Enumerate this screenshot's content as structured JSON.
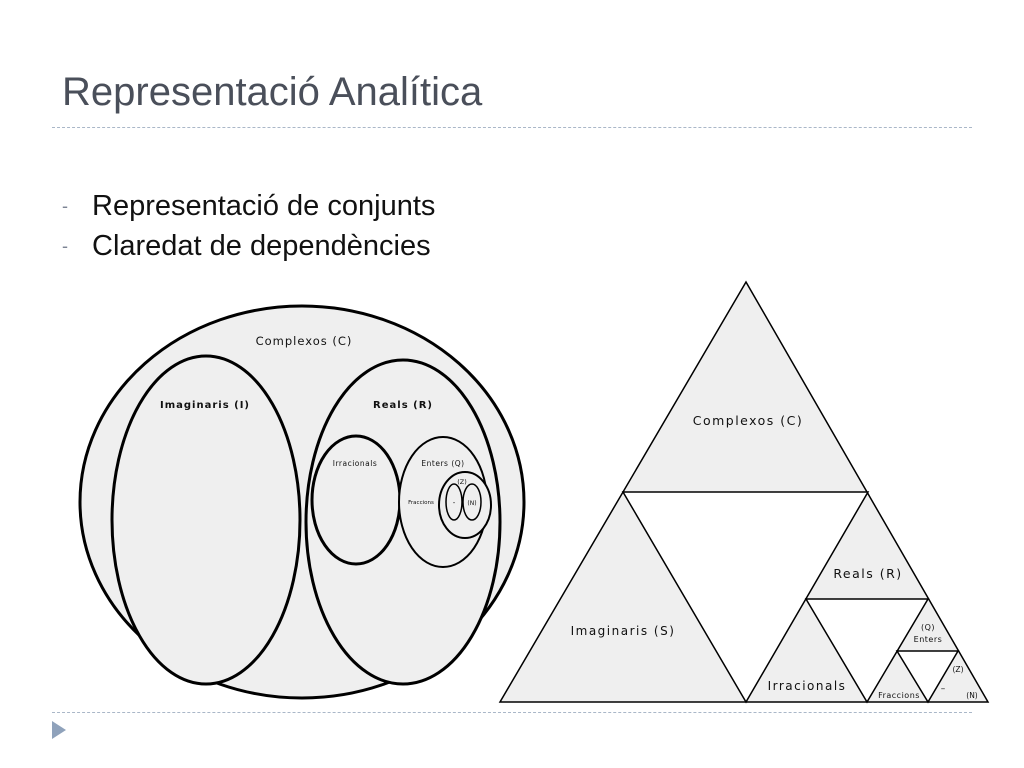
{
  "slide": {
    "title": "Representació Analítica",
    "bullets": [
      {
        "marker": "-",
        "text": "Representació de conjunts"
      },
      {
        "marker": "-",
        "text": "Claredat de dependències"
      }
    ]
  },
  "venn_diagram": {
    "complexos": "Complexos (C)",
    "imaginaris": "Imaginaris (I)",
    "reals": "Reals (R)",
    "irracionals": "Irracionals",
    "enters": "Enters (Q)",
    "z": "(Z)",
    "fraccions": "Fraccions",
    "dash": "-",
    "n": "(N)"
  },
  "triangle_diagram": {
    "complexos": "Complexos (C)",
    "imaginaris": "Imaginaris (S)",
    "reals": "Reals (R)",
    "irracionals": "Irracionals",
    "q": "(Q)",
    "enters": "Enters",
    "z": "(Z)",
    "fraccions": "Fraccions",
    "dash": "–",
    "n": "(N)"
  },
  "colors": {
    "fill": "#efefef",
    "stroke": "#000000",
    "title": "#4a4f5a",
    "nav_icon": "#8fa2bb"
  },
  "icons": {
    "nav": "play-triangle-icon"
  }
}
